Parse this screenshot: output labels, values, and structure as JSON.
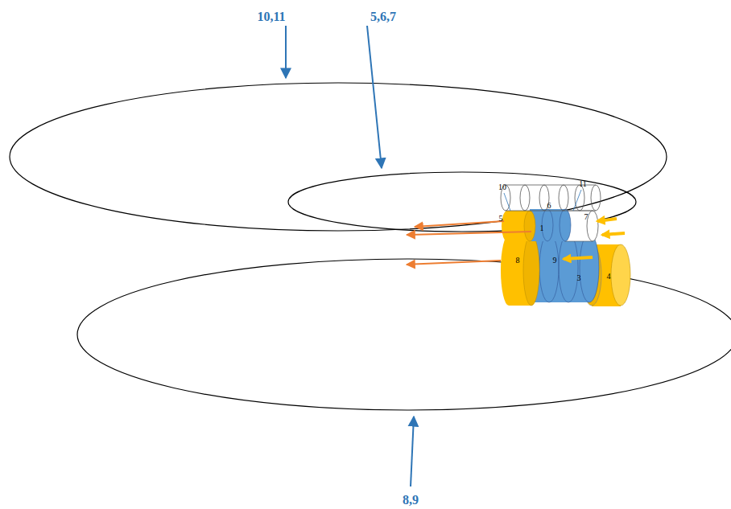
{
  "diagram": {
    "labels": [
      "10,11",
      "5,6,7",
      "8,9",
      "10",
      "11",
      "5",
      "6",
      "7",
      "1",
      "8",
      "9",
      "3",
      "4"
    ]
  }
}
